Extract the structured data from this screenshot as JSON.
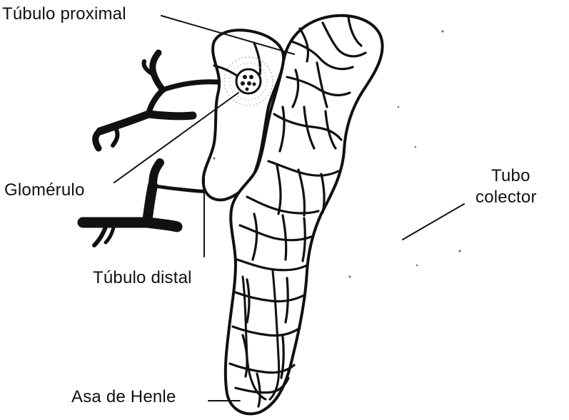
{
  "labels": {
    "tubulo_proximal": "Túbulo proximal",
    "glomerulo": "Glomérulo",
    "tubulo_distal": "Túbulo distal",
    "asa_henle": "Asa de Henle",
    "tubo_colector": {
      "line1": "Tubo",
      "line2": "colector"
    }
  },
  "colors": {
    "ink": "#111111",
    "background": "#ffffff"
  }
}
